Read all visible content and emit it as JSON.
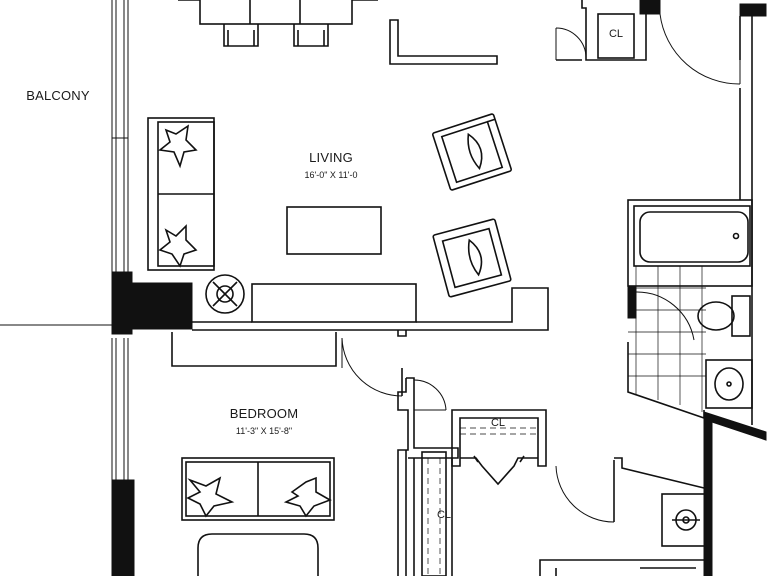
{
  "plan": {
    "title": "",
    "rooms": {
      "balcony": {
        "name": "BALCONY"
      },
      "living": {
        "name": "LIVING",
        "dimensions": "16'-0\" X 11'-0"
      },
      "bedroom": {
        "name": "BEDROOM",
        "dimensions": "11'-3\" X 15'-8\""
      }
    },
    "closets": {
      "entry": "CL",
      "bedroom_top": "CL",
      "bedroom_side": "CL"
    }
  },
  "colors": {
    "wall": "#111111",
    "line": "#111111",
    "background": "#ffffff"
  }
}
